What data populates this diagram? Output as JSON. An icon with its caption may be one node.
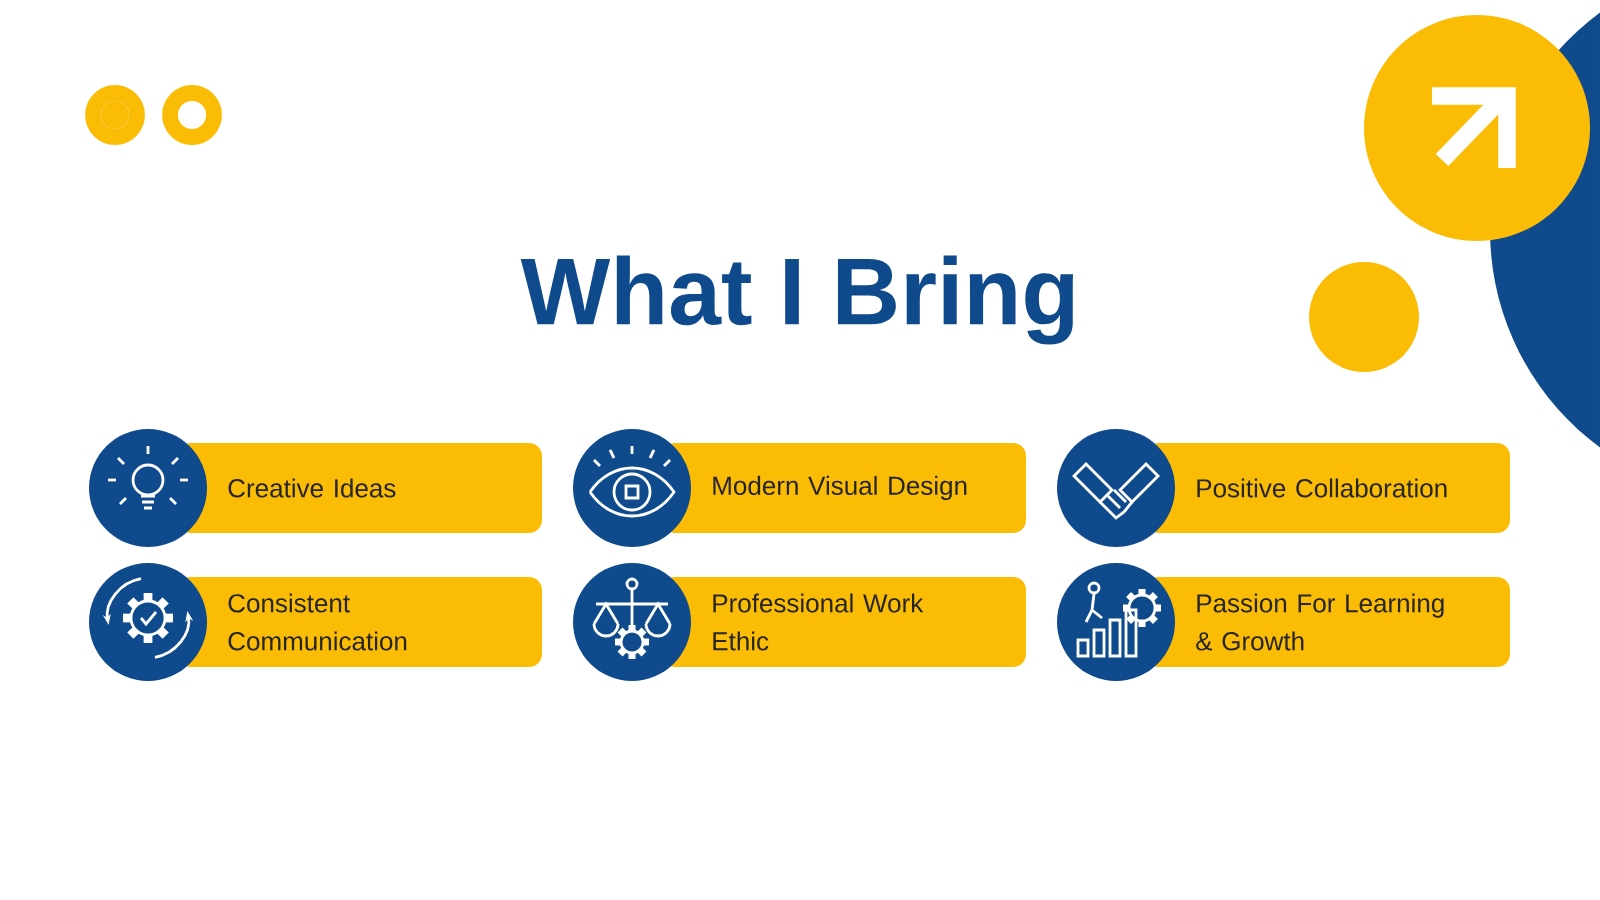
{
  "diagram": {
    "title": "What I Bring",
    "nodes": [
      {
        "text": [
          "Creative Ideas"
        ]
      },
      {
        "text": [
          "Modern Visual Design"
        ]
      },
      {
        "text": [
          "Positive Collaboration"
        ]
      },
      {
        "text": [
          "Consistent Communication"
        ]
      },
      {
        "text": [
          "Professional Work Ethic"
        ]
      },
      {
        "text": [
          "Passion For Learning & Growth"
        ]
      }
    ]
  }
}
